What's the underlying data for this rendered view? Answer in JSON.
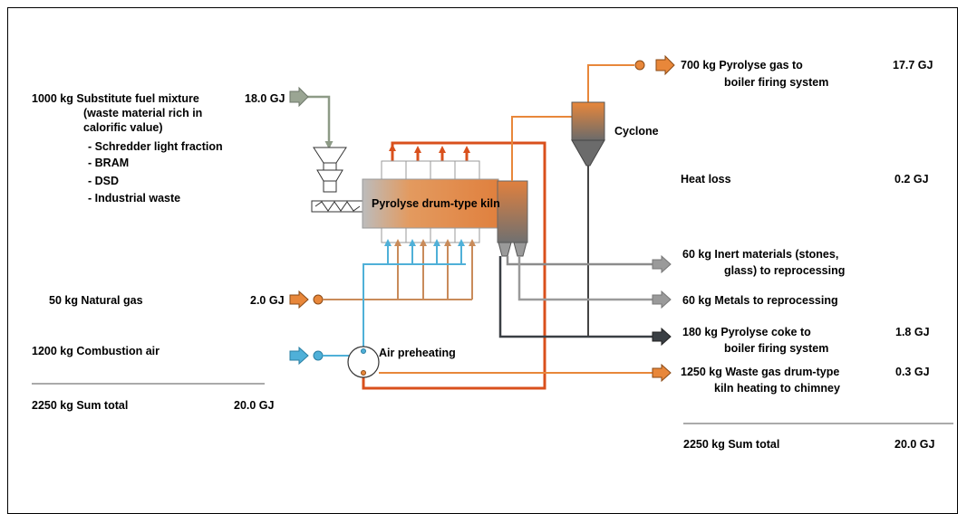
{
  "inputs": {
    "fuel": {
      "amount": "1000 kg",
      "desc": "Substitute fuel mixture",
      "desc2": "(waste material rich in",
      "desc3": "calorific value)",
      "items": [
        "- Schredder light fraction",
        "- BRAM",
        "- DSD",
        "- Industrial waste"
      ],
      "energy": "18.0 GJ"
    },
    "gas": {
      "label": "50 kg Natural gas",
      "energy": "2.0 GJ"
    },
    "air": {
      "label": "1200 kg Combustion air"
    },
    "sum": {
      "label": "2250 kg Sum total",
      "energy": "20.0 GJ"
    }
  },
  "process": {
    "kiln": "Pyrolyse drum-type kiln",
    "cyclone": "Cyclone",
    "preheat": "Air preheating"
  },
  "outputs": {
    "pyrogas": {
      "line1": "700 kg Pyrolyse gas to",
      "line2": "boiler firing system",
      "energy": "17.7 GJ"
    },
    "heatloss": {
      "label": "Heat loss",
      "energy": "0.2 GJ"
    },
    "inert": {
      "line1": "60 kg Inert materials (stones,",
      "line2": "glass) to reprocessing"
    },
    "metals": {
      "label": "60 kg Metals to reprocessing"
    },
    "coke": {
      "line1": "180 kg Pyrolyse coke to",
      "line2": "boiler firing system",
      "energy": "1.8 GJ"
    },
    "waste": {
      "line1": "1250 kg Waste gas drum-type",
      "line2": "kiln heating to chimney",
      "energy": "0.3 GJ"
    },
    "sum": {
      "label": "2250 kg Sum total",
      "energy": "20.0 GJ"
    }
  },
  "colors": {
    "hot": "#d9501c",
    "gas": "#e8873a",
    "natgas": "#c98b5a",
    "air": "#4fb0d8",
    "fuel": "#8d9a86",
    "grey": "#8c8c8c",
    "dark": "#3a3f44"
  }
}
